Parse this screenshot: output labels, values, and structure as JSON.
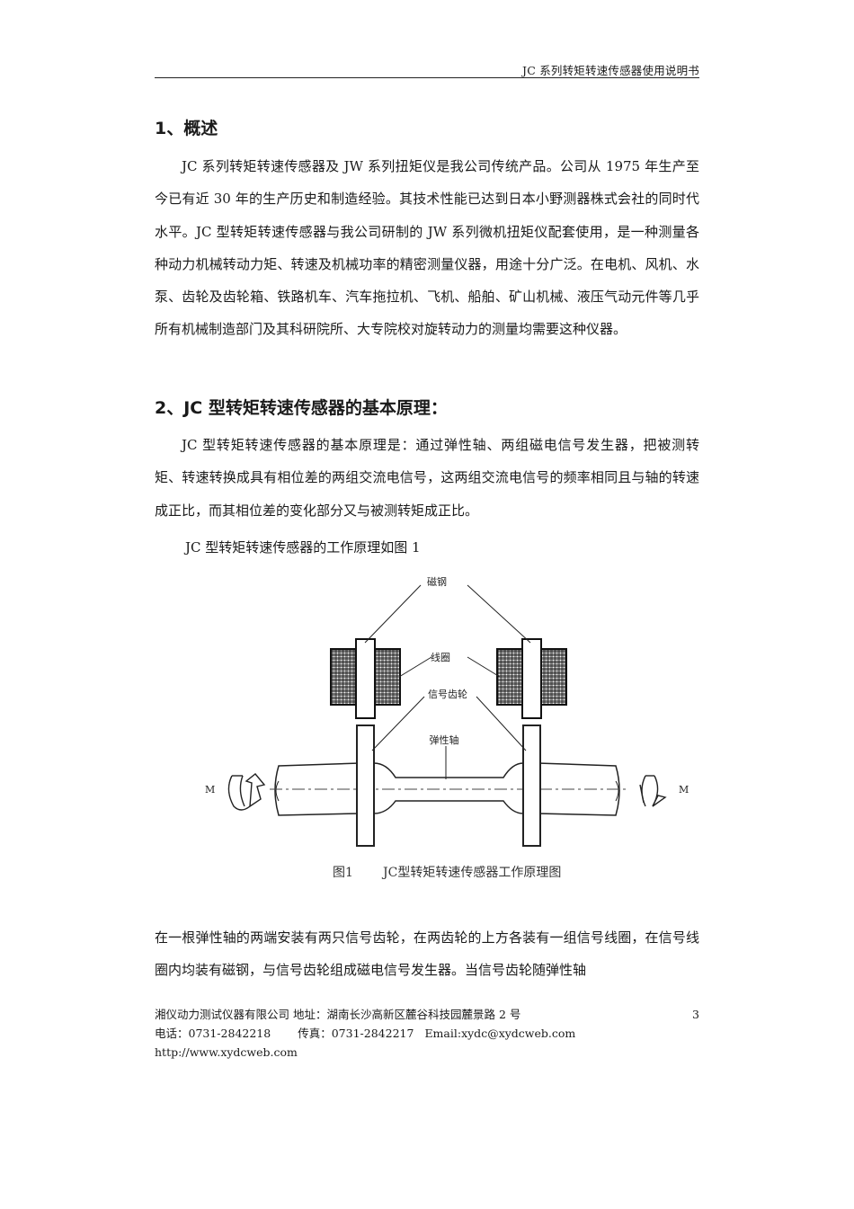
{
  "header": {
    "title": "JC 系列转矩转速传感器使用说明书"
  },
  "sections": [
    {
      "heading": "1、概述",
      "paragraph": "JC 系列转矩转速传感器及 JW 系列扭矩仪是我公司传统产品。公司从 1975 年生产至今已有近 30 年的生产历史和制造经验。其技术性能已达到日本小野测器株式会社的同时代水平。JC 型转矩转速传感器与我公司研制的 JW 系列微机扭矩仪配套使用，是一种测量各种动力机械转动力矩、转速及机械功率的精密测量仪器，用途十分广泛。在电机、风机、水泵、齿轮及齿轮箱、铁路机车、汽车拖拉机、飞机、船舶、矿山机械、液压气动元件等几乎所有机械制造部门及其科研院所、大专院校对旋转动力的测量均需要这种仪器。"
    },
    {
      "heading": "2、JC 型转矩转速传感器的基本原理：",
      "paragraph": "JC 型转矩转速传感器的基本原理是：通过弹性轴、两组磁电信号发生器，把被测转矩、转速转换成具有相位差的两组交流电信号，这两组交流电信号的频率相同且与轴的转速成正比，而其相位差的变化部分又与被测转矩成正比。",
      "figure_ref": "JC 型转矩转速传感器的工作原理如图 1"
    }
  ],
  "figure": {
    "labels": {
      "magnet": "磁钢",
      "coil": "线圈",
      "gear": "信号齿轮",
      "shaft": "弹性轴",
      "torque_left": "M",
      "torque_right": "M"
    },
    "caption_num": "图1",
    "caption_text": "JC型转矩转速传感器工作原理图"
  },
  "body_after": "在一根弹性轴的两端安装有两只信号齿轮，在两齿轮的上方各装有一组信号线圈，在信号线圈内均装有磁钢，与信号齿轮组成磁电信号发生器。当信号齿轮随弹性轴",
  "footer": {
    "company_address": "湘仪动力测试仪器有限公司  地址：湖南长沙高新区麓谷科技园麓景路 2 号",
    "page_number": "3",
    "phone": "电话：0731-2842218",
    "fax": "传真：0731-2842217",
    "email_web": "Email:xydc@xydcweb.com http://www.xydcweb.com"
  }
}
